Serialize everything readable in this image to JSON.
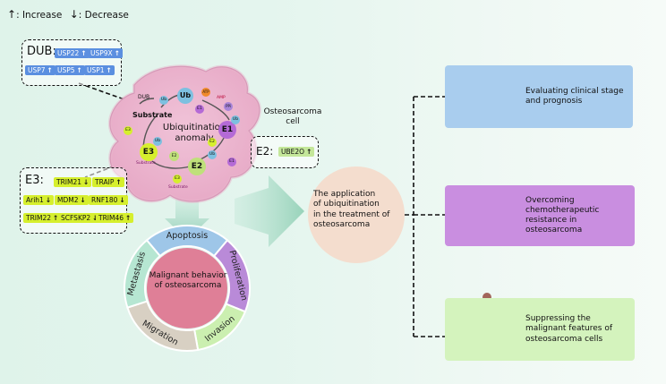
{
  "legend": {
    "up_symbol": "↑",
    "increase": ": Increase",
    "down_symbol": "↓",
    "decrease": ": Decrease"
  },
  "dub": {
    "title": "DUB:",
    "tags": [
      {
        "name": "USP22",
        "arrow": "↑"
      },
      {
        "name": "USP9X",
        "arrow": "↑"
      },
      {
        "name": "USP7",
        "arrow": "↑"
      },
      {
        "name": "USP5",
        "arrow": "↑"
      },
      {
        "name": "USP1",
        "arrow": "↑"
      }
    ]
  },
  "e3": {
    "title": "E3:",
    "tags": [
      {
        "name": "TRIM21",
        "arrow": "↓"
      },
      {
        "name": "TRAIP",
        "arrow": "↑"
      },
      {
        "name": "Arih1",
        "arrow": "↓"
      },
      {
        "name": "MDM2",
        "arrow": "↓"
      },
      {
        "name": "RNF180",
        "arrow": "↓"
      },
      {
        "name": "TRIM22",
        "arrow": "↑"
      },
      {
        "name": "SCFSKP2",
        "arrow": "↓"
      },
      {
        "name": "TRIM46",
        "arrow": "↑"
      }
    ]
  },
  "e2": {
    "title": "E2:",
    "tags": [
      {
        "name": "UBE2O",
        "arrow": "↑"
      }
    ]
  },
  "cell": {
    "label": "Osteosarcoma cell",
    "center_line1": "Ubiquitination",
    "center_line2": "anomaly",
    "nodes": {
      "dub": "DUB",
      "substrate": "Substrate",
      "ub": "Ub",
      "e1": "E1",
      "e2": "E2",
      "e3": "E3",
      "atp": "ATP",
      "amp": "AMP",
      "ppi": "PPi",
      "ub_small": "Ub",
      "substrate_small": "Substrate",
      "e3_small": "E3",
      "e1_small": "E1",
      "e2_small": "E2"
    }
  },
  "application": {
    "line1": "The application",
    "line2": "of ubiquitination",
    "line3": "in the treatment of",
    "line4": "osteosarcoma"
  },
  "ring": {
    "center_line1": "Malignant behavior",
    "center_line2": "of osteosarcoma",
    "segments": [
      "Apoptosis",
      "Proliferation",
      "Invasion",
      "Migration",
      "Metastasis"
    ],
    "colors": [
      "#9ec6e8",
      "#b98ad8",
      "#cbefb0",
      "#d8d0c3",
      "#b6e6d2"
    ]
  },
  "panels": [
    {
      "text": "Evaluating clinical stage and prognosis",
      "color": "#a9cdee"
    },
    {
      "text": "Overcoming chemotherapeutic resistance in osteosarcoma",
      "color": "#c98ee0"
    },
    {
      "text": "Suppressing the malignant features of osteosarcoma cells",
      "color": "#d4f3bd"
    }
  ]
}
